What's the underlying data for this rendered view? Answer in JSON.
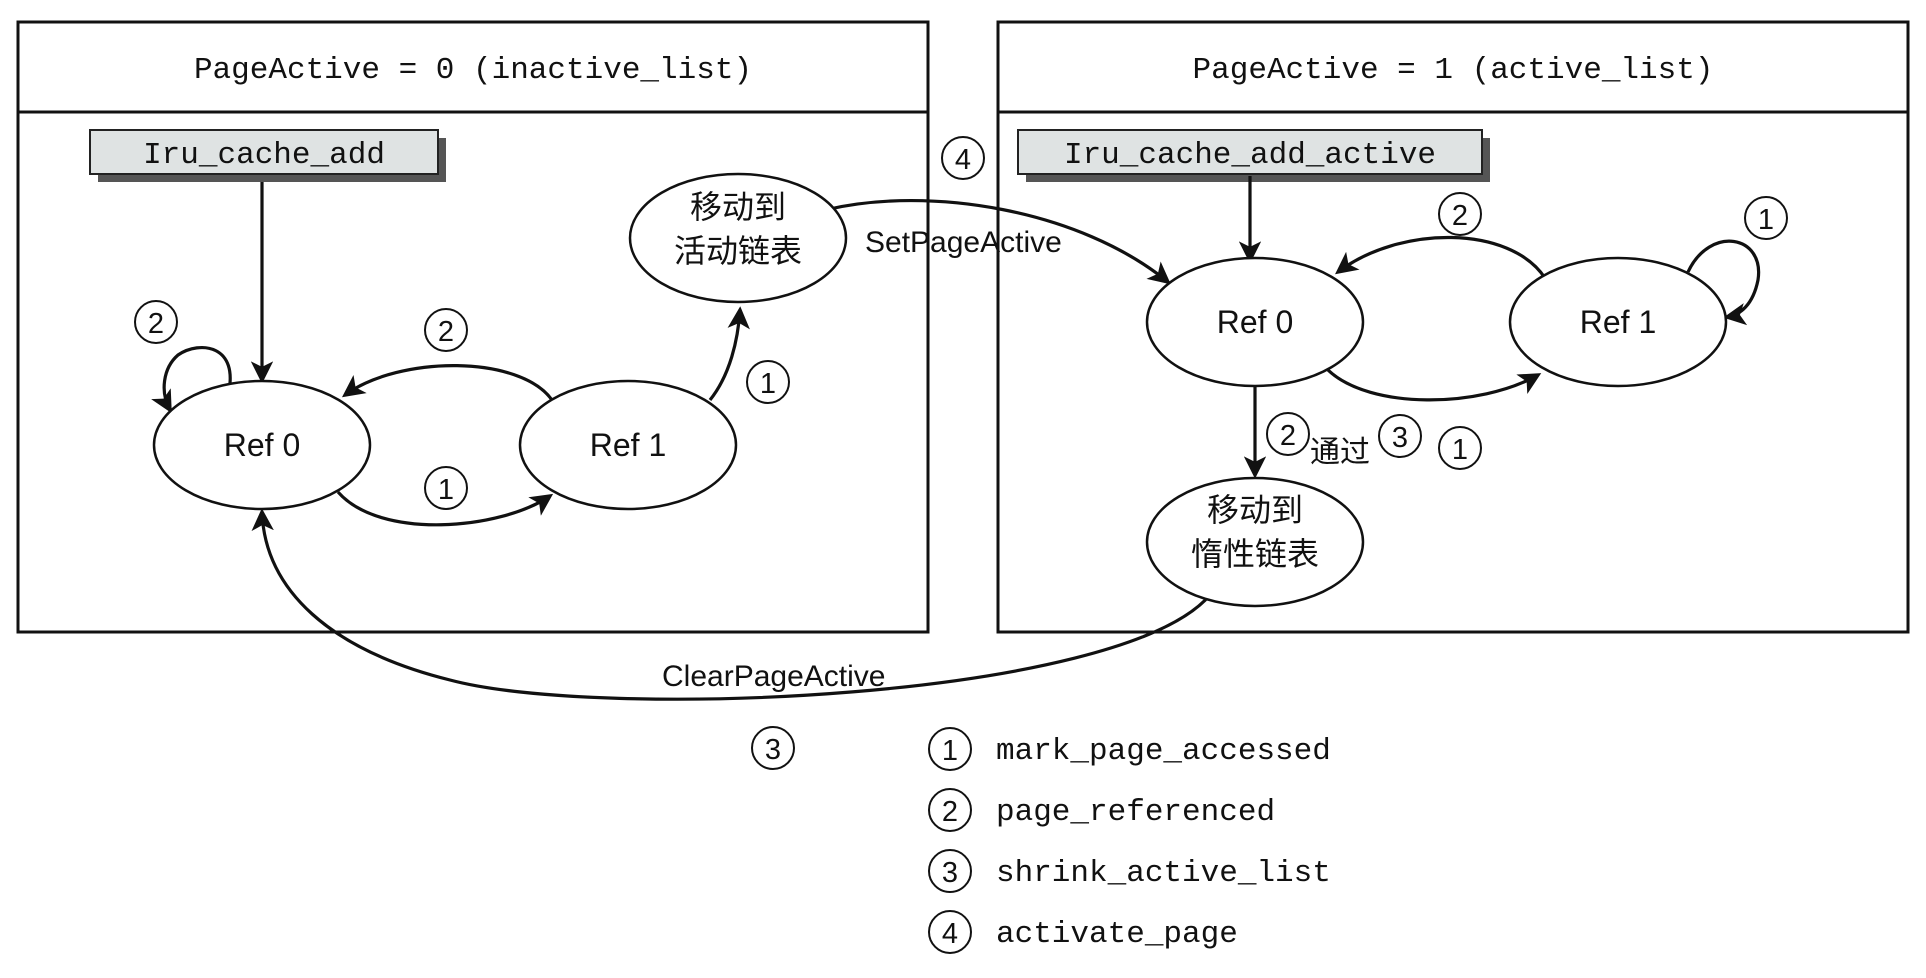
{
  "panels": {
    "left_title": "PageActive = 0 (inactive_list)",
    "right_title": "PageActive = 1 (active_list)"
  },
  "functions": {
    "left_add": "Iru_cache_add",
    "right_add": "Iru_cache_add_active"
  },
  "nodes": {
    "left_ref0": "Ref 0",
    "left_ref1": "Ref 1",
    "move_active_line1": "移动到",
    "move_active_line2": "活动链表",
    "right_ref0": "Ref 0",
    "right_ref1": "Ref 1",
    "move_inactive_line1": "移动到",
    "move_inactive_line2": "惰性链表"
  },
  "edge_labels": {
    "set_page_active": "SetPageActive",
    "clear_page_active": "ClearPageActive",
    "via": "通过"
  },
  "markers": {
    "one": "1",
    "two": "2",
    "three": "3",
    "four": "4"
  },
  "legend": [
    {
      "num": "1",
      "text": "mark_page_accessed"
    },
    {
      "num": "2",
      "text": "page_referenced"
    },
    {
      "num": "3",
      "text": "shrink_active_list"
    },
    {
      "num": "4",
      "text": "activate_page"
    }
  ]
}
